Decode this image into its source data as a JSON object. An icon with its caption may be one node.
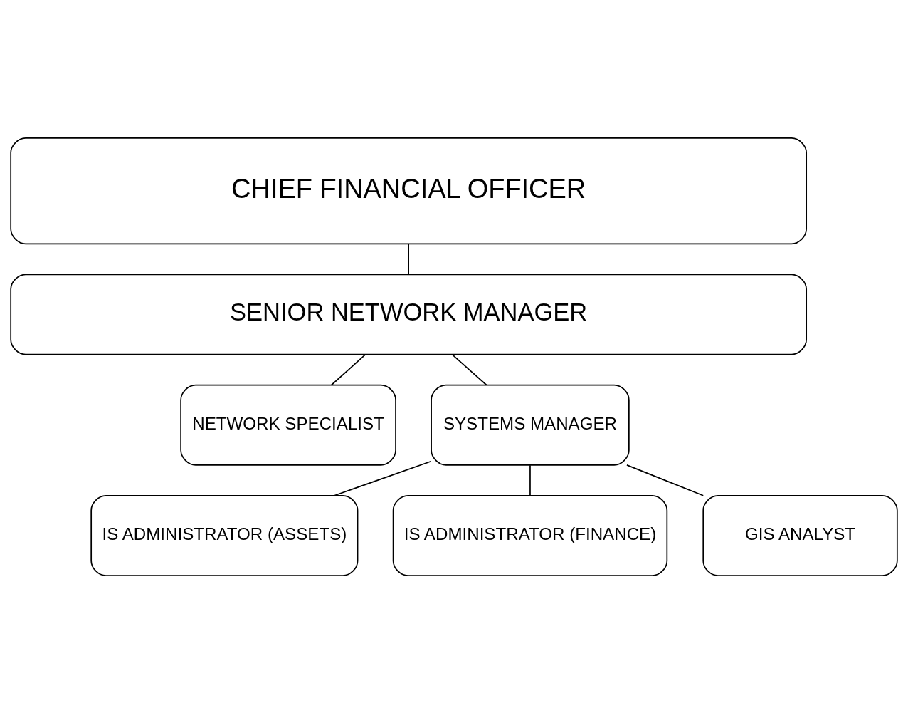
{
  "diagram": {
    "nodes": [
      {
        "text": [
          "CHIEF FINANCIAL OFFICER"
        ]
      },
      {
        "text": [
          "SENIOR NETWORK MANAGER"
        ]
      },
      {
        "text": [
          "NETWORK SPECIALIST"
        ]
      },
      {
        "text": [
          "SYSTEMS MANAGER"
        ]
      },
      {
        "text": [
          "IS ADMINISTRATOR (ASSETS)"
        ]
      },
      {
        "text": [
          "IS ADMINISTRATOR (FINANCE)"
        ]
      },
      {
        "text": [
          "GIS ANALYST"
        ]
      }
    ],
    "edges": [
      {
        "from": 0,
        "to": 1,
        "arrow": "none"
      },
      {
        "from": 1,
        "to": 2,
        "arrow": "none"
      },
      {
        "from": 1,
        "to": 3,
        "arrow": "none"
      },
      {
        "from": 3,
        "to": 4,
        "arrow": "none"
      },
      {
        "from": 3,
        "to": 5,
        "arrow": "none"
      },
      {
        "from": 3,
        "to": 6,
        "arrow": "none"
      }
    ]
  }
}
